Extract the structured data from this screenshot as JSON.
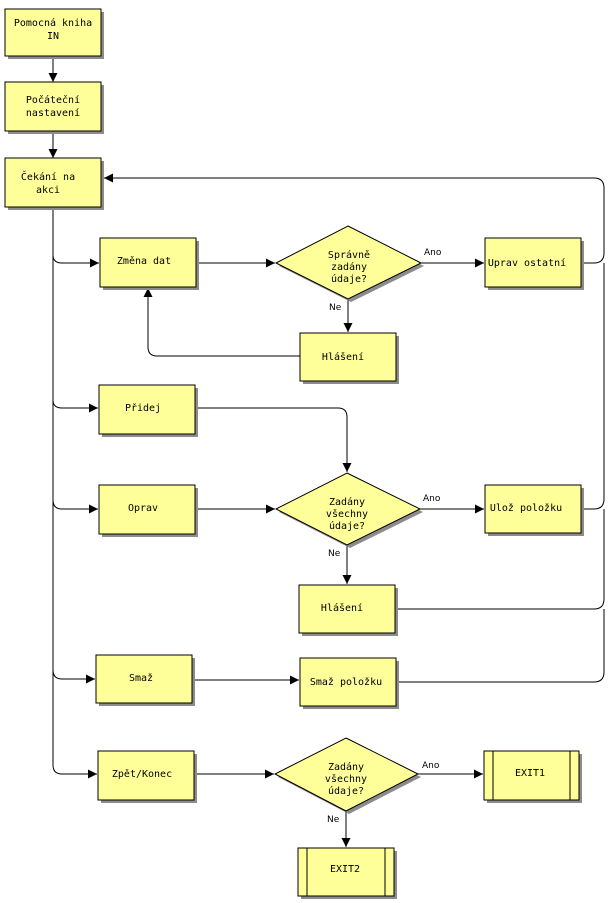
{
  "nodes": {
    "n1": {
      "lines": [
        "Pomocná kniha",
        "IN"
      ]
    },
    "n2": {
      "lines": [
        "Počáteční",
        "nastavení"
      ]
    },
    "n3": {
      "lines": [
        "Čekání na",
        "akci"
      ]
    },
    "n4": {
      "lines": [
        "Změna dat"
      ]
    },
    "n5": {
      "lines": [
        "Správně",
        "zadány",
        "údaje?"
      ]
    },
    "n6": {
      "lines": [
        "Uprav ostatní"
      ]
    },
    "n7": {
      "lines": [
        "Hlášení"
      ]
    },
    "n8": {
      "lines": [
        "Přidej"
      ]
    },
    "n9": {
      "lines": [
        "Oprav"
      ]
    },
    "n10": {
      "lines": [
        "Zadány",
        "všechny",
        "údaje?"
      ]
    },
    "n11": {
      "lines": [
        "Ulož položku"
      ]
    },
    "n12": {
      "lines": [
        "Hlášení"
      ]
    },
    "n13": {
      "lines": [
        "Smaž"
      ]
    },
    "n14": {
      "lines": [
        "Smaž položku"
      ]
    },
    "n15": {
      "lines": [
        "Zpět/Konec"
      ]
    },
    "n16": {
      "lines": [
        "Zadány",
        "všechny",
        "údaje?"
      ]
    },
    "n17": {
      "lines": [
        "EXIT1"
      ]
    },
    "n18": {
      "lines": [
        "EXIT2"
      ]
    }
  },
  "edge_labels": {
    "e1_yes": "Ano",
    "e1_no": "Ne",
    "e2_yes": "Ano",
    "e2_no": "Ne",
    "e3_yes": "Ano",
    "e3_no": "Ne"
  }
}
